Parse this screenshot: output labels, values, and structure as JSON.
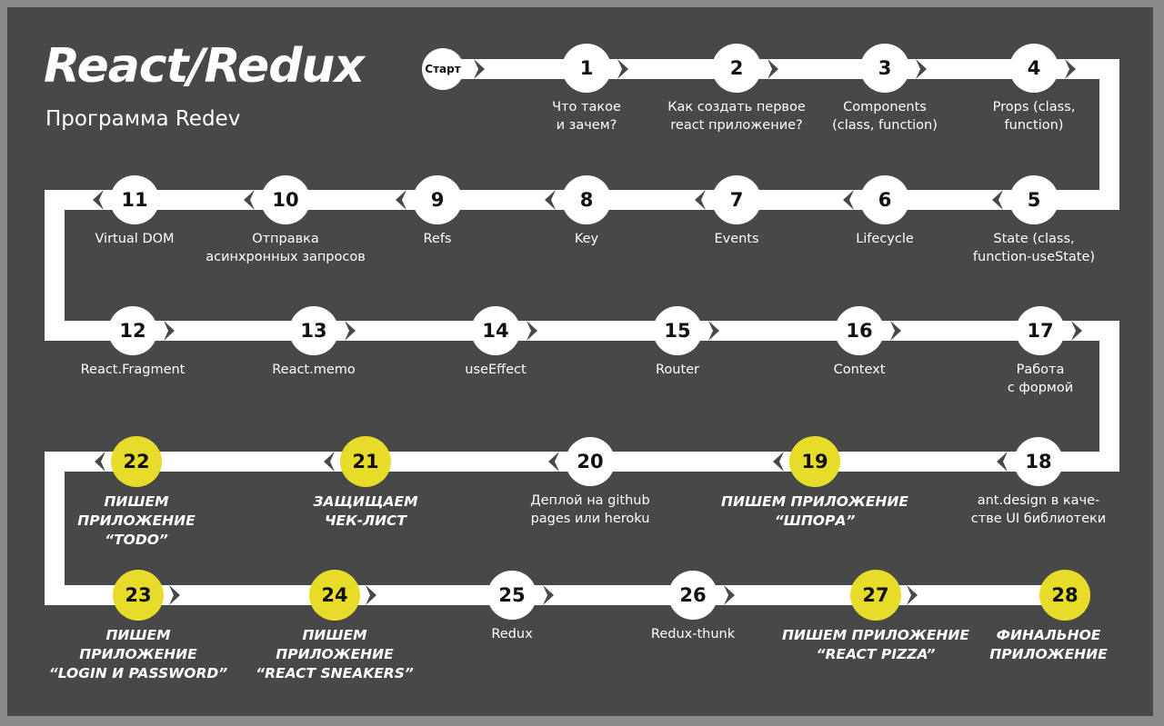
{
  "header": {
    "title": "React/Redux",
    "subtitle": "Программа Redev"
  },
  "colors": {
    "background": "#484848",
    "frame": "#8a8a8a",
    "track": "#ffffff",
    "regular_node": "#ffffff",
    "highlight_node": "#e8dc2b",
    "text": "#ffffff"
  },
  "start": {
    "label": "Старт"
  },
  "steps": [
    {
      "number": "1",
      "label": "Что такое\nи зачем?",
      "highlight": false
    },
    {
      "number": "2",
      "label": "Как создать первое\nreact приложение?",
      "highlight": false
    },
    {
      "number": "3",
      "label": "Components\n(class, function)",
      "highlight": false
    },
    {
      "number": "4",
      "label": "Props (class,\nfunction)",
      "highlight": false
    },
    {
      "number": "5",
      "label": "State (class,\nfunction-useState)",
      "highlight": false
    },
    {
      "number": "6",
      "label": "Lifecycle",
      "highlight": false
    },
    {
      "number": "7",
      "label": "Events",
      "highlight": false
    },
    {
      "number": "8",
      "label": "Key",
      "highlight": false
    },
    {
      "number": "9",
      "label": "Refs",
      "highlight": false
    },
    {
      "number": "10",
      "label": "Отправка\nасинхронных запросов",
      "highlight": false
    },
    {
      "number": "11",
      "label": "Virtual DOM",
      "highlight": false
    },
    {
      "number": "12",
      "label": "React.Fragment",
      "highlight": false
    },
    {
      "number": "13",
      "label": "React.memo",
      "highlight": false
    },
    {
      "number": "14",
      "label": "useEffect",
      "highlight": false
    },
    {
      "number": "15",
      "label": "Router",
      "highlight": false
    },
    {
      "number": "16",
      "label": "Context",
      "highlight": false
    },
    {
      "number": "17",
      "label": "Работа\nс формой",
      "highlight": false
    },
    {
      "number": "18",
      "label": "ant.design в каче-\nстве UI библиотеки",
      "highlight": false
    },
    {
      "number": "19",
      "label": "Пишем приложение\n“шпора”",
      "highlight": true
    },
    {
      "number": "20",
      "label": "Деплой на github\npages или heroku",
      "highlight": false
    },
    {
      "number": "21",
      "label": "Защищаем\nчек-лист",
      "highlight": true
    },
    {
      "number": "22",
      "label": "Пишем\nприложение\n“TODO”",
      "highlight": true
    },
    {
      "number": "23",
      "label": "Пишем\nприложение\n“login и password”",
      "highlight": true
    },
    {
      "number": "24",
      "label": "Пишем\nприложение\n“React Sneakers”",
      "highlight": true
    },
    {
      "number": "25",
      "label": "Redux",
      "highlight": false
    },
    {
      "number": "26",
      "label": "Redux-thunk",
      "highlight": false
    },
    {
      "number": "27",
      "label": "Пишем приложение\n“React pizza”",
      "highlight": true
    },
    {
      "number": "28",
      "label": "Финальное\nприложение",
      "highlight": true
    }
  ]
}
